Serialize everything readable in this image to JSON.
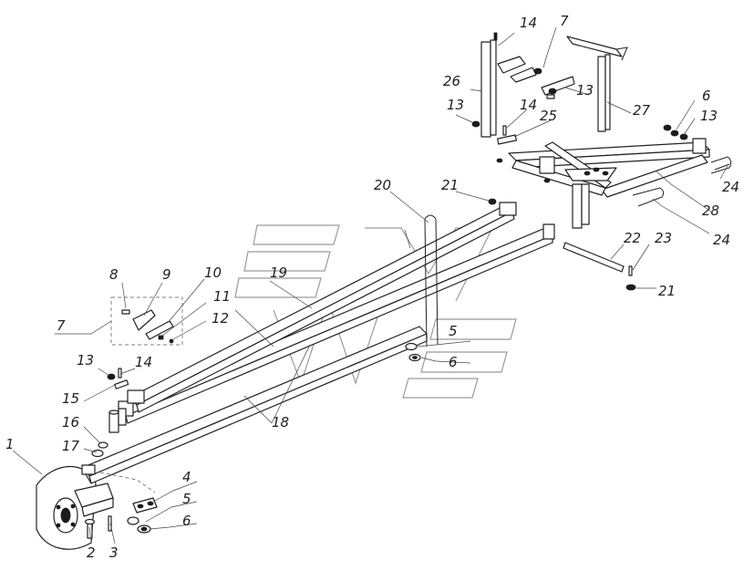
{
  "callouts": [
    {
      "id": "c1",
      "text": "1"
    },
    {
      "id": "c2",
      "text": "2"
    },
    {
      "id": "c3",
      "text": "3"
    },
    {
      "id": "c4",
      "text": "4"
    },
    {
      "id": "c5a",
      "text": "5"
    },
    {
      "id": "c5b",
      "text": "5"
    },
    {
      "id": "c6a",
      "text": "6"
    },
    {
      "id": "c6b",
      "text": "6"
    },
    {
      "id": "c6c",
      "text": "6"
    },
    {
      "id": "c7a",
      "text": "7"
    },
    {
      "id": "c7b",
      "text": "7"
    },
    {
      "id": "c8",
      "text": "8"
    },
    {
      "id": "c9",
      "text": "9"
    },
    {
      "id": "c10",
      "text": "10"
    },
    {
      "id": "c11",
      "text": "11"
    },
    {
      "id": "c12",
      "text": "12"
    },
    {
      "id": "c13a",
      "text": "13"
    },
    {
      "id": "c13b",
      "text": "13"
    },
    {
      "id": "c13c",
      "text": "13"
    },
    {
      "id": "c13d",
      "text": "13"
    },
    {
      "id": "c14a",
      "text": "14"
    },
    {
      "id": "c14b",
      "text": "14"
    },
    {
      "id": "c14c",
      "text": "14"
    },
    {
      "id": "c15",
      "text": "15"
    },
    {
      "id": "c16",
      "text": "16"
    },
    {
      "id": "c17",
      "text": "17"
    },
    {
      "id": "c18",
      "text": "18"
    },
    {
      "id": "c19",
      "text": "19"
    },
    {
      "id": "c20",
      "text": "20"
    },
    {
      "id": "c21a",
      "text": "21"
    },
    {
      "id": "c21b",
      "text": "21"
    },
    {
      "id": "c22",
      "text": "22"
    },
    {
      "id": "c23",
      "text": "23"
    },
    {
      "id": "c24a",
      "text": "24"
    },
    {
      "id": "c24b",
      "text": "24"
    },
    {
      "id": "c25",
      "text": "25"
    },
    {
      "id": "c26",
      "text": "26"
    },
    {
      "id": "c27",
      "text": "27"
    },
    {
      "id": "c28",
      "text": "28"
    }
  ]
}
